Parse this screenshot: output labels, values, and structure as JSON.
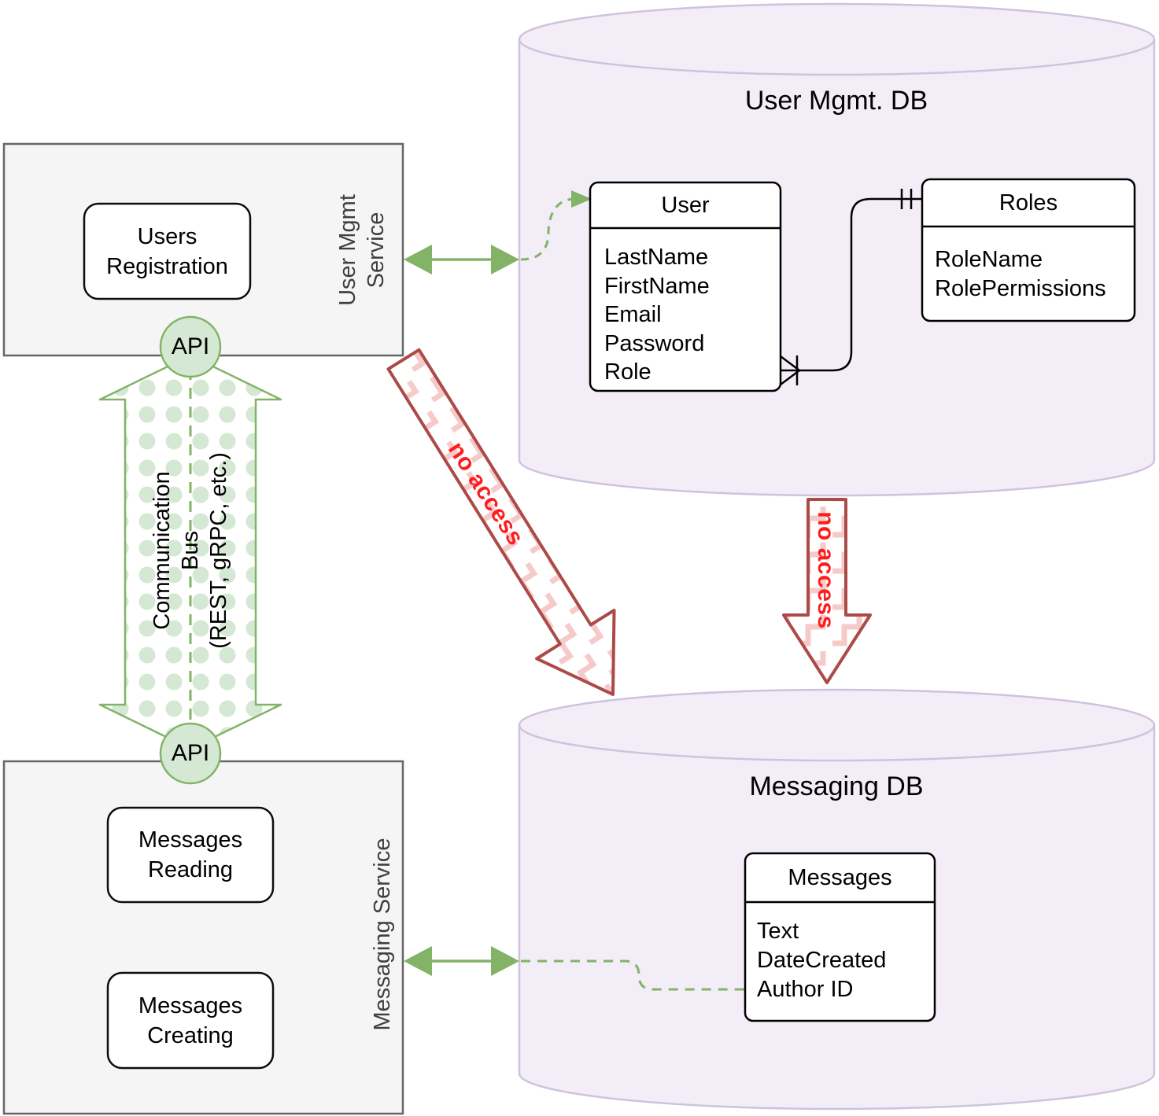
{
  "user_mgmt_service": {
    "label": "User Mgmt Service",
    "component": "Users Registration"
  },
  "messaging_service": {
    "label": "Messaging Service",
    "components": [
      "Messages Reading",
      "Messages Creating"
    ]
  },
  "bus": {
    "api_top": "API",
    "api_bottom": "API",
    "line1": "Communication",
    "line2": "Bus",
    "line3": "(REST, gRPC, etc.)"
  },
  "user_mgmt_db": {
    "title": "User Mgmt. DB",
    "user_table": {
      "name": "User",
      "fields": [
        "LastName",
        "FirstName",
        "Email",
        "Password",
        "Role"
      ]
    },
    "roles_table": {
      "name": "Roles",
      "fields": [
        "RoleName",
        "RolePermissions"
      ]
    }
  },
  "messaging_db": {
    "title": "Messaging DB",
    "messages_table": {
      "name": "Messages",
      "fields": [
        "Text",
        "DateCreated",
        "Author ID"
      ]
    }
  },
  "no_access": {
    "diagonal": "no access",
    "vertical": "no access"
  },
  "colors": {
    "green": "#82b366",
    "green_light": "#d5e8d4",
    "red_stroke": "#ab4a47",
    "red_text": "#ff1c1c",
    "db_fill": "#f2edf7",
    "db_stroke": "#cfc2de",
    "service_fill": "#f5f5f5",
    "service_stroke": "#666666"
  }
}
